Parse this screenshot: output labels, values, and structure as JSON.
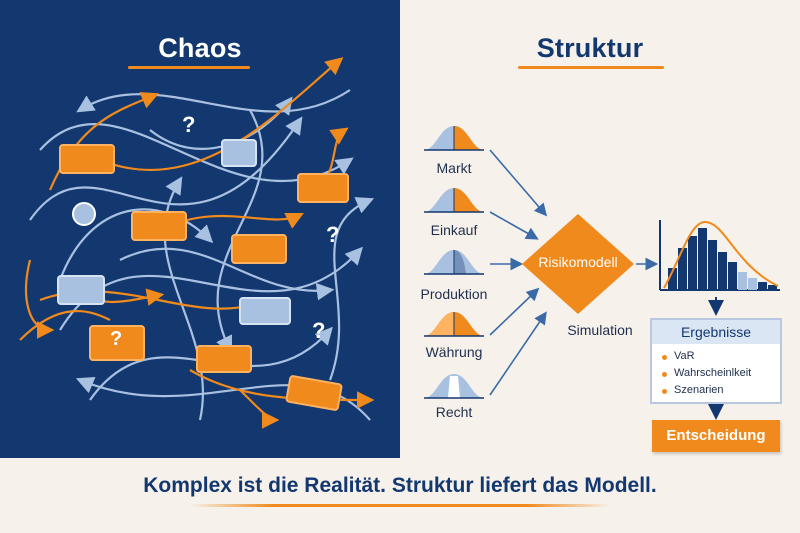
{
  "chaos": {
    "title": "Chaos",
    "marks": [
      "?",
      "?",
      "?",
      "?"
    ]
  },
  "structure": {
    "title": "Struktur",
    "inputs": [
      "Markt",
      "Einkauf",
      "Produktion",
      "Währung",
      "Recht"
    ],
    "model_label": "Risikomodell",
    "simulation_label": "Simulation",
    "results": {
      "title": "Ergebnisse",
      "items": [
        "VaR",
        "Wahrscheinlkeit",
        "Szenarien"
      ]
    },
    "decision_label": "Entscheidung"
  },
  "tagline": "Komplex ist die Realität. Struktur liefert das Modell.",
  "colors": {
    "navy": "#13376f",
    "orange": "#f08a1c",
    "light_blue": "#a9c1e0",
    "cream": "#f6f1ea"
  }
}
